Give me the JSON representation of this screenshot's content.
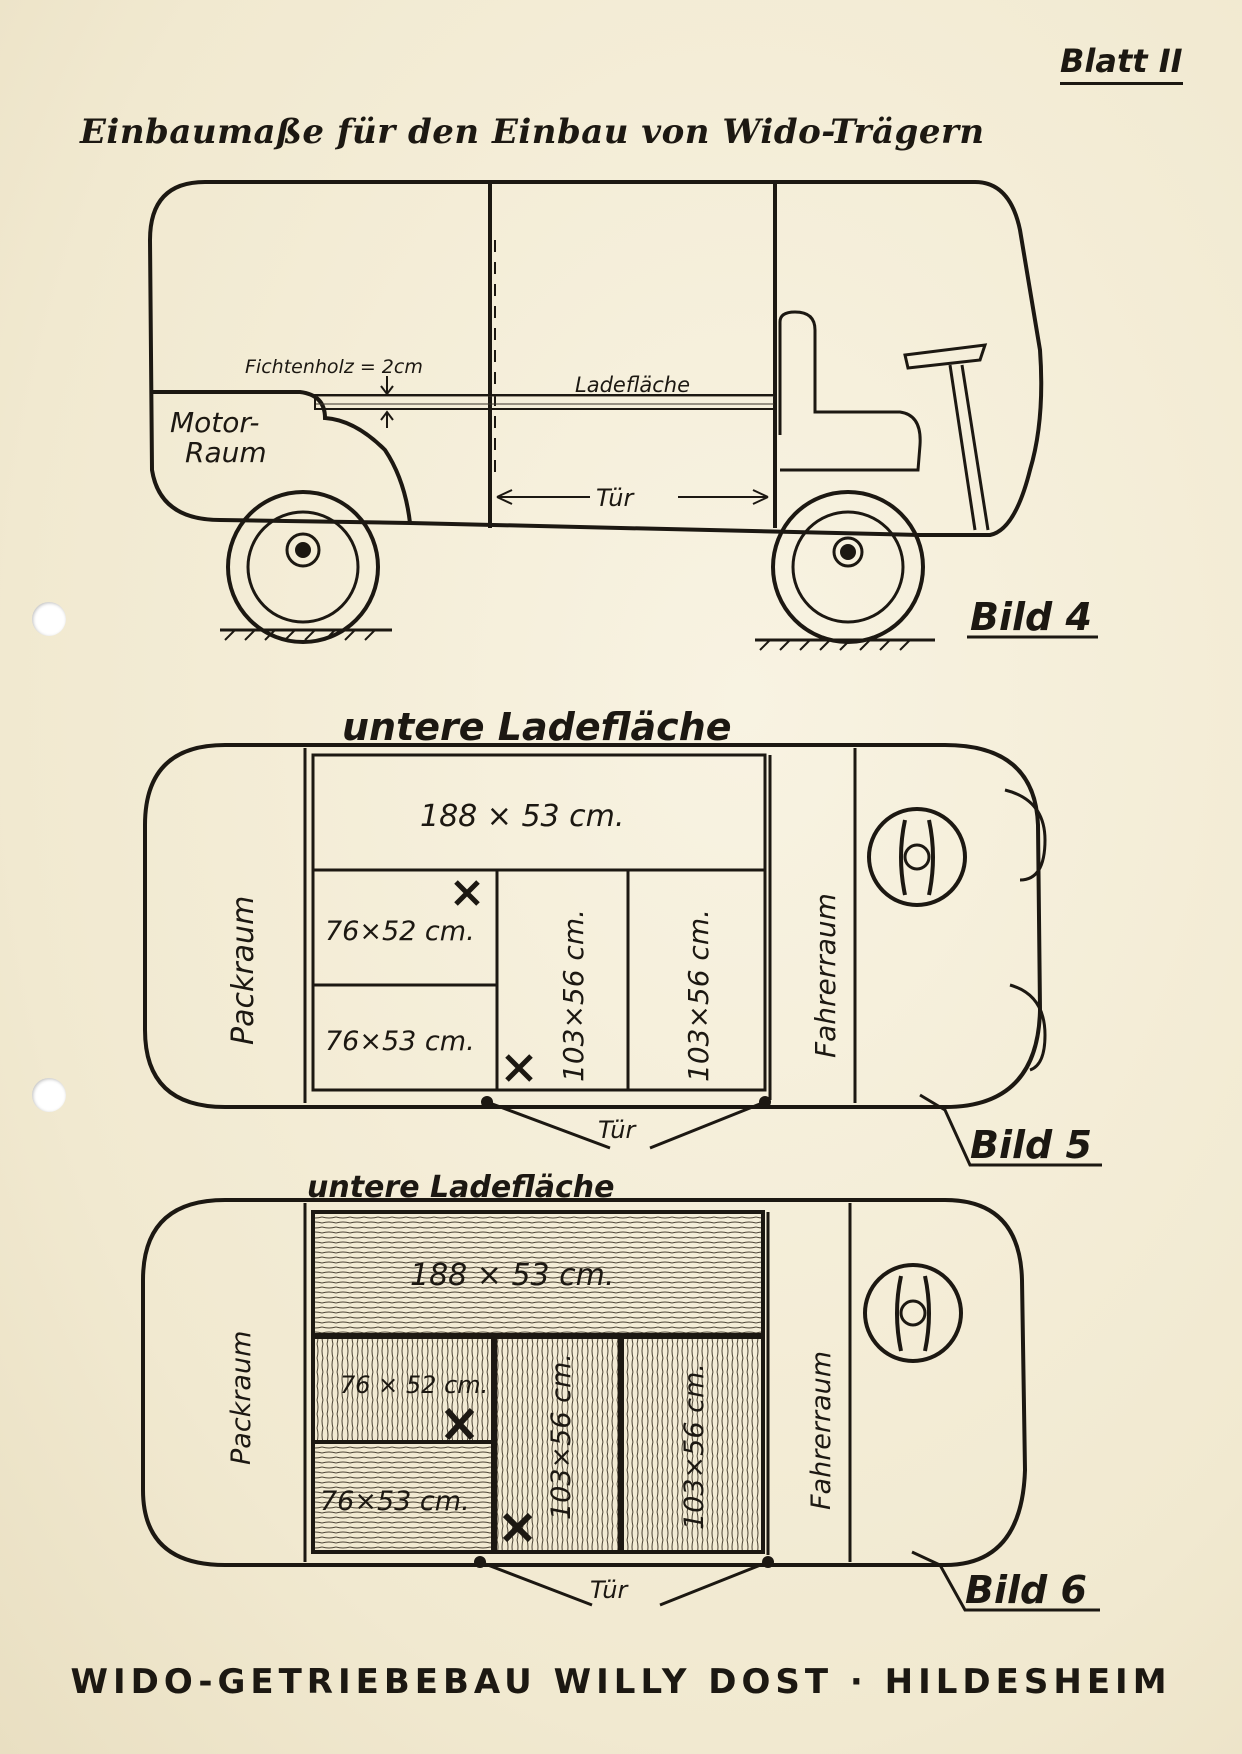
{
  "sheet_label": "Blatt II",
  "title": "Einbaumaße für den Einbau von Wido-Trägern",
  "figure4": {
    "caption": "Bild 4",
    "motor_label_1": "Motor-",
    "motor_label_2": "Raum",
    "wood_label": "Fichtenholz = 2cm",
    "cargo_label": "Ladefläche",
    "door_label": "Tür"
  },
  "figure5": {
    "heading": "untere Ladefläche",
    "caption": "Bild 5",
    "pack_label": "Packraum",
    "driver_label": "Fahrerraum",
    "door_label": "Tür",
    "dim_top": "188 × 53 cm.",
    "dim_upper_left": "76×52 cm.",
    "dim_lower_left": "76×53 cm.",
    "dim_middle": "103×56 cm.",
    "dim_right": "103×56 cm.",
    "mark": "×"
  },
  "figure6": {
    "heading": "untere Ladefläche",
    "caption": "Bild 6",
    "pack_label": "Packraum",
    "driver_label": "Fahrerraum",
    "door_label": "Tür",
    "dim_top": "188 × 53 cm.",
    "dim_upper_left": "76 × 52 cm.",
    "dim_lower_left": "76×53 cm.",
    "dim_middle": "103×56 cm.",
    "dim_right": "103×56 cm.",
    "mark": "×"
  },
  "footer": "WIDO-GETRIEBEBAU WILLY DOST · HILDESHEIM"
}
